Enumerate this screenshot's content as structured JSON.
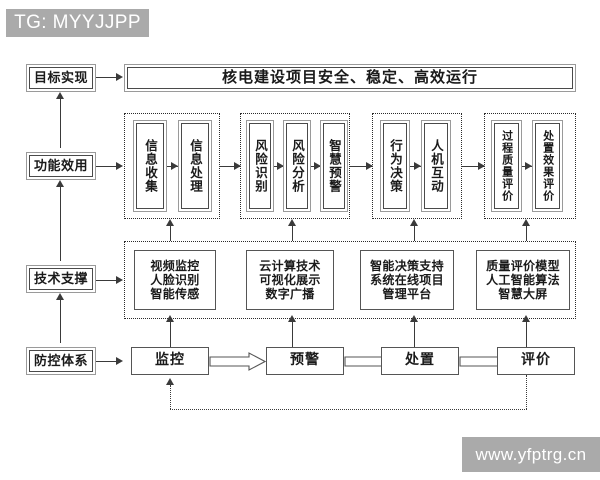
{
  "watermarks": {
    "top_tag": "TG: MYYJJPP",
    "bottom_url": "www.yfptrg.cn"
  },
  "diagram": {
    "goal_banner": "核电建设项目安全、稳定、高效运行",
    "row_labels": [
      {
        "id": "goal",
        "label": "目标实现"
      },
      {
        "id": "function",
        "label": "功能效用"
      },
      {
        "id": "technology",
        "label": "技术支撑"
      },
      {
        "id": "control",
        "label": "防控体系"
      }
    ],
    "function_groups": [
      {
        "id": "group-monitor",
        "nodes": [
          "信息收集",
          "信息处理"
        ]
      },
      {
        "id": "group-warning",
        "nodes": [
          "风险识别",
          "风险分析",
          "智慧预警"
        ]
      },
      {
        "id": "group-disposal",
        "nodes": [
          "行为决策",
          "人机互动"
        ]
      },
      {
        "id": "group-evaluation",
        "nodes": [
          "过程质量评价",
          "处置效果评价"
        ]
      }
    ],
    "technology_boxes": [
      {
        "id": "tech-monitor",
        "lines": [
          "视频监控",
          "人脸识别",
          "智能传感"
        ]
      },
      {
        "id": "tech-warning",
        "lines": [
          "云计算技术",
          "可视化展示",
          "数字广播"
        ]
      },
      {
        "id": "tech-disposal",
        "lines": [
          "智能决策支持",
          "系统在线项目",
          "管理平台"
        ]
      },
      {
        "id": "tech-evaluation",
        "lines": [
          "质量评价模型",
          "人工智能算法",
          "智慧大屏"
        ]
      }
    ],
    "control_flow": [
      {
        "id": "flow-monitor",
        "label": "监控"
      },
      {
        "id": "flow-warning",
        "label": "预警"
      },
      {
        "id": "flow-disposal",
        "label": "处置"
      },
      {
        "id": "flow-evaluation",
        "label": "评价"
      }
    ]
  },
  "colors": {
    "line": "#3a3a3a",
    "box_border": "#4a4a4a",
    "box_outer": "#9a9a9a",
    "watermark_bg": "#aaaaaa",
    "background": "#ffffff"
  }
}
